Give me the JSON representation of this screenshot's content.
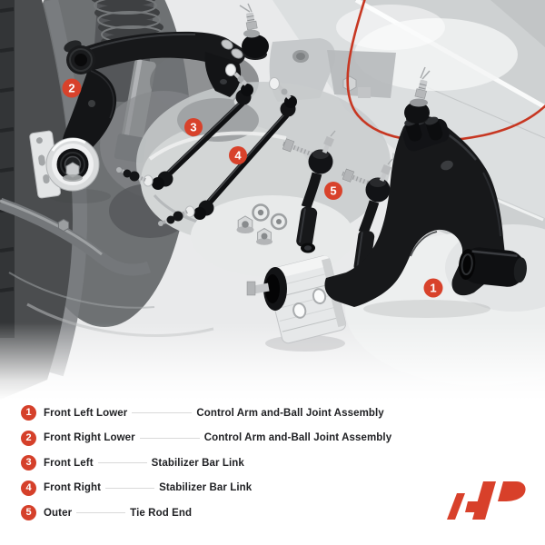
{
  "colors": {
    "accent_red": "#d5402a",
    "arc_red": "#c73722"
  },
  "photo": {
    "callouts": [
      {
        "num": "1"
      },
      {
        "num": "2"
      },
      {
        "num": "3"
      },
      {
        "num": "4"
      },
      {
        "num": "5"
      }
    ]
  },
  "legend": {
    "items": [
      {
        "num": "1",
        "position": "Front Left Lower",
        "part": "Control Arm and-Ball Joint Assembly"
      },
      {
        "num": "2",
        "position": "Front Right Lower",
        "part": "Control Arm and-Ball Joint Assembly"
      },
      {
        "num": "3",
        "position": "Front Left",
        "part": "Stabilizer Bar Link"
      },
      {
        "num": "4",
        "position": "Front Right",
        "part": "Stabilizer Bar Link"
      },
      {
        "num": "5",
        "position": "Outer",
        "part": "Tie Rod End"
      }
    ]
  },
  "brand": {
    "logo_alt": "A-Premium logo"
  }
}
